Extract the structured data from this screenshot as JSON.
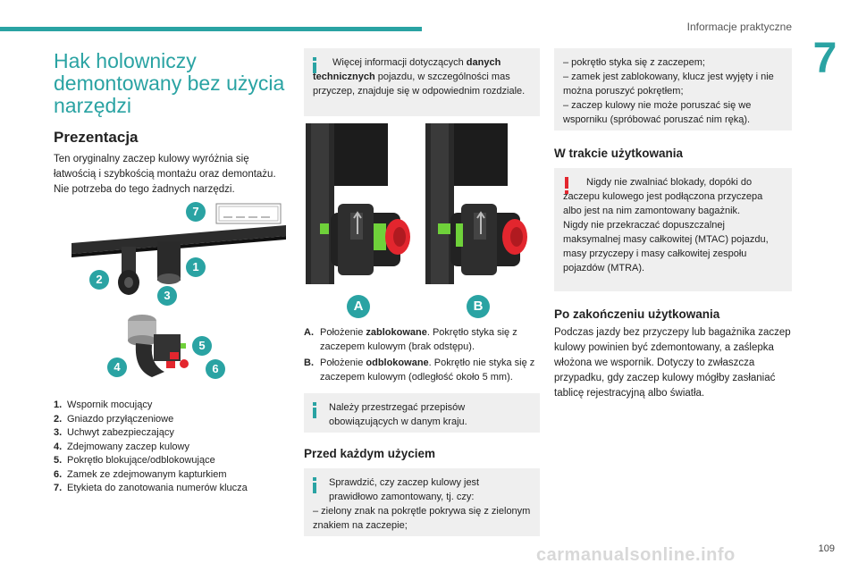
{
  "header": {
    "title": "Informacje praktyczne",
    "chapter": "7",
    "page": "109"
  },
  "watermark": "carmanualsonline.info",
  "left": {
    "title": "Hak holowniczy demontowany bez użycia narzędzi",
    "presentation_heading": "Prezentacja",
    "presentation_text": "Ten oryginalny zaczep kulowy wyróżnia się łatwością i szybkością montażu oraz demontażu. Nie potrzeba do tego żadnych narzędzi.",
    "badges": [
      "1",
      "2",
      "3",
      "4",
      "5",
      "6",
      "7"
    ],
    "legend": [
      {
        "n": "1.",
        "t": "Wspornik mocujący"
      },
      {
        "n": "2.",
        "t": "Gniazdo przyłączeniowe"
      },
      {
        "n": "3.",
        "t": "Uchwyt zabezpieczający"
      },
      {
        "n": "4.",
        "t": "Zdejmowany zaczep kulowy"
      },
      {
        "n": "5.",
        "t": "Pokrętło blokujące/odblokowujące"
      },
      {
        "n": "6.",
        "t": "Zamek ze zdejmowanym kapturkiem"
      },
      {
        "n": "7.",
        "t": "Etykieta do zanotowania numerów klucza"
      }
    ]
  },
  "middle": {
    "info1_pre": "Więcej informacji dotyczących ",
    "info1_bold": "danych technicznych",
    "info1_post": " pojazdu, w szczególności mas przyczep, znajduje się w odpowiednim rozdziale.",
    "label_a": "A",
    "label_b": "B",
    "desc": [
      {
        "k": "A.",
        "pre": "Położenie ",
        "bold": "zablokowane",
        "post": ". Pokrętło styka się z zaczepem kulowym (brak odstępu)."
      },
      {
        "k": "B.",
        "pre": "Położenie ",
        "bold": "odblokowane",
        "post": ". Pokrętło nie styka się z zaczepem kulowym (odległość około 5 mm)."
      }
    ],
    "info2": "Należy przestrzegać przepisów obowiązujących w danym kraju.",
    "before_heading": "Przed każdym użyciem",
    "info3_line1": "Sprawdzić, czy zaczep kulowy jest prawidłowo zamontowany, tj. czy:",
    "info3_line2": "– zielony znak na pokrętle pokrywa się z zielonym znakiem na zaczepie;"
  },
  "right": {
    "check_items": [
      "– pokrętło styka się z zaczepem;",
      "– zamek jest zablokowany, klucz jest wyjęty i nie można poruszyć pokrętłem;",
      "– zaczep kulowy nie może poruszać się we wsporniku (spróbować poruszać nim ręką)."
    ],
    "during_heading": "W trakcie użytkowania",
    "warn1": "Nigdy nie zwalniać blokady, dopóki do zaczepu kulowego jest podłączona przyczepa albo jest na nim zamontowany bagażnik.",
    "warn2": "Nigdy nie przekraczać dopuszczalnej maksymalnej masy całkowitej (MTAC) pojazdu, masy przyczepy i masy całkowitej zespołu pojazdów (MTRA).",
    "after_heading": "Po zakończeniu użytkowania",
    "after_text": "Podczas jazdy bez przyczepy lub bagażnika zaczep kulowy powinien być zdemontowany, a zaślepka włożona we wspornik. Dotyczy to zwłaszcza przypadku, gdy zaczep kulowy mógłby zasłaniać tablicę rejestracyjną albo światła."
  },
  "colors": {
    "accent": "#2aa3a3",
    "warn": "#e3262e",
    "box_bg": "#efefef",
    "knob_red": "#e3262e",
    "mark_green": "#6fd13a"
  }
}
